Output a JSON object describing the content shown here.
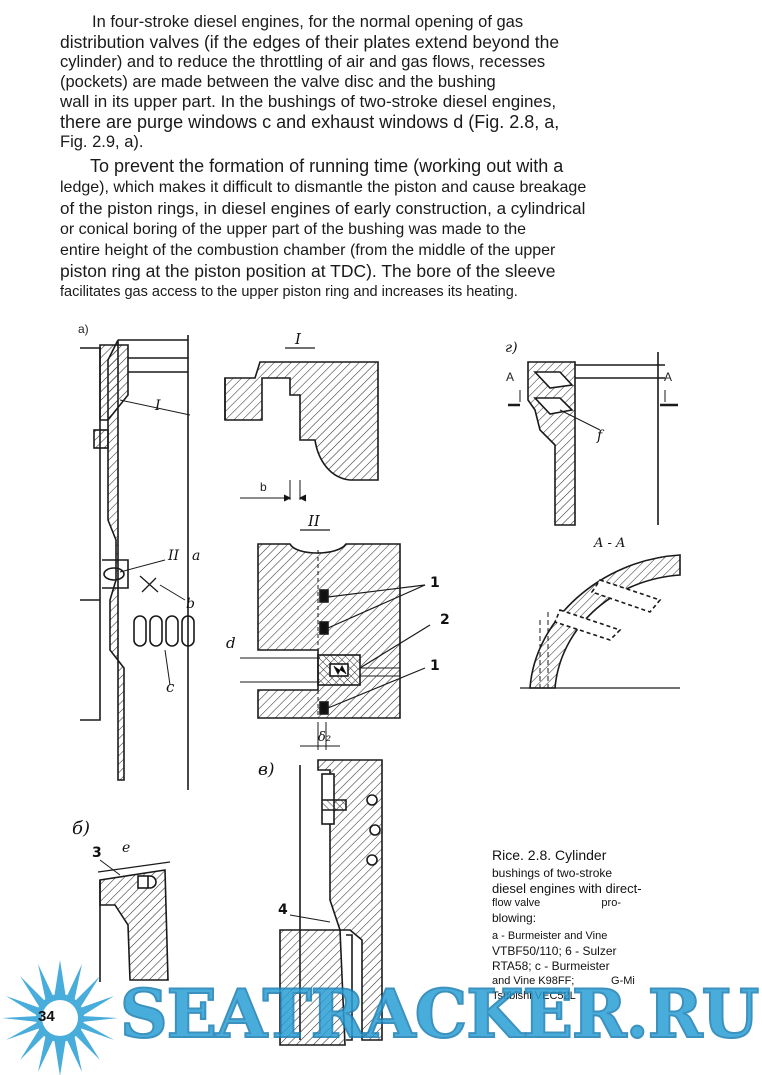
{
  "text": {
    "paragraph1": [
      "In four-stroke diesel engines, for the normal opening of gas",
      "distribution valves (if the edges of their plates extend beyond the",
      "cylinder) and to reduce the throttling of air and gas flows, recesses",
      "(pockets) are made between the valve disc and the bushing",
      "wall in its upper part. In the bushings of two-stroke diesel engines,",
      "there are purge windows c and exhaust windows d (Fig. 2.8, a,",
      "Fig. 2.9, a)."
    ],
    "paragraph2": [
      "To prevent the formation of running time (working out with a",
      "ledge), which makes it difficult to dismantle the piston and cause breakage",
      "of the piston rings, in diesel engines of early construction, a cylindrical",
      "or conical boring of the upper part of the bushing was made to the",
      "entire height of the combustion chamber (from the middle of the upper",
      "piston ring at the piston position at TDC). The bore of the sleeve",
      "facilitates gas access to the upper piston ring and increases its heating."
    ]
  },
  "figure": {
    "labels": {
      "a": "a)",
      "b_sub": "б)",
      "v_sub": "в)",
      "g_sub": "г)",
      "detail_I": "I",
      "detail_II": "II",
      "detail_I_side": "I",
      "detail_II_side": "II",
      "letter_a": "a",
      "letter_b": "b",
      "letter_c": "c",
      "letter_d": "d",
      "letter_e": "e",
      "letter_f": "f",
      "dim_b": "b",
      "dim_delta": "δ₂",
      "section_A_left": "A",
      "section_A_right": "A",
      "section_title": "A - A",
      "num_1a": "1",
      "num_2": "2",
      "num_1b": "1",
      "num_3": "3",
      "num_4": "4"
    }
  },
  "caption": [
    "Rice. 2.8. Cylinder",
    "bushings of two-stroke",
    "diesel engines with direct-",
    "flow valve                    pro-",
    "blowing:",
    "a -      Burmeister and Vine",
    "VTBF50/110; 6 - Sulzer",
    "RTA58; c - Burmeister",
    "and Vine K98FF;            G-Mi",
    "Tsubishi VEC52L"
  ],
  "page_number": "34",
  "watermark": "SEATRACKER.RU",
  "colors": {
    "watermark": "#2a9fd6",
    "ink": "#1a1a1a",
    "hatch": "#333333"
  }
}
